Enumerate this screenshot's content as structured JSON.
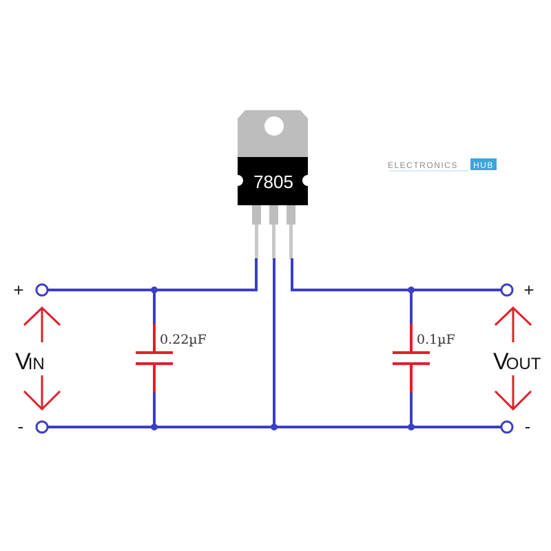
{
  "regulator": {
    "label": "7805"
  },
  "logo": {
    "text_main": "ELECTRONICS",
    "text_badge": "HUB"
  },
  "input": {
    "plus": "+",
    "minus": "-",
    "label_main": "V",
    "label_sub": "IN"
  },
  "output": {
    "plus": "+",
    "minus": "-",
    "label_main": "V",
    "label_sub": "OUT"
  },
  "capacitors": [
    {
      "value": "0.22µF"
    },
    {
      "value": "0.1µF"
    }
  ],
  "colors": {
    "wire": "#3a3fc4",
    "red": "#e0202a",
    "tab": "#bdbdbd",
    "body": "#000000",
    "badge": "#3aa6dc"
  }
}
